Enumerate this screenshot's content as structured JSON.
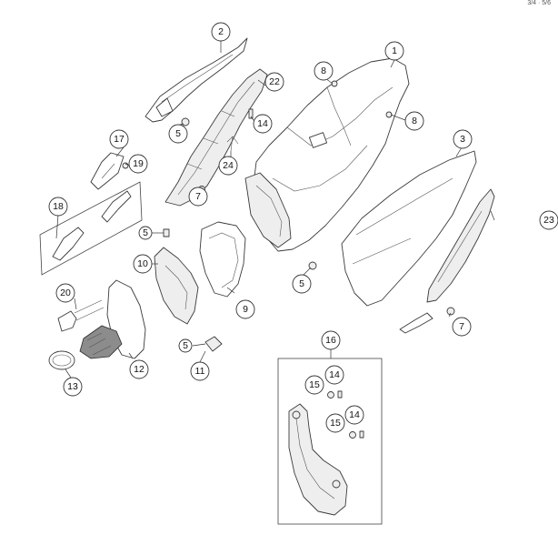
{
  "corner_code": "3/4 · 5/6",
  "callouts": [
    {
      "id": "c1",
      "label": "1"
    },
    {
      "id": "c2",
      "label": "2"
    },
    {
      "id": "c3",
      "label": "3"
    },
    {
      "id": "c5a",
      "label": "5"
    },
    {
      "id": "c5b",
      "label": "5"
    },
    {
      "id": "c5c",
      "label": "5"
    },
    {
      "id": "c5d",
      "label": "5"
    },
    {
      "id": "c7a",
      "label": "7"
    },
    {
      "id": "c7b",
      "label": "7"
    },
    {
      "id": "c8a",
      "label": "8"
    },
    {
      "id": "c8b",
      "label": "8"
    },
    {
      "id": "c9",
      "label": "9"
    },
    {
      "id": "c10",
      "label": "10"
    },
    {
      "id": "c11",
      "label": "11"
    },
    {
      "id": "c12",
      "label": "12"
    },
    {
      "id": "c13",
      "label": "13"
    },
    {
      "id": "c14a",
      "label": "14"
    },
    {
      "id": "c14b",
      "label": "14"
    },
    {
      "id": "c14c",
      "label": "14"
    },
    {
      "id": "c15a",
      "label": "15"
    },
    {
      "id": "c15b",
      "label": "15"
    },
    {
      "id": "c16",
      "label": "16"
    },
    {
      "id": "c17",
      "label": "17"
    },
    {
      "id": "c18",
      "label": "18"
    },
    {
      "id": "c19",
      "label": "19"
    },
    {
      "id": "c20",
      "label": "20"
    },
    {
      "id": "c22",
      "label": "22"
    },
    {
      "id": "c23",
      "label": "23"
    },
    {
      "id": "c24",
      "label": "24"
    }
  ]
}
